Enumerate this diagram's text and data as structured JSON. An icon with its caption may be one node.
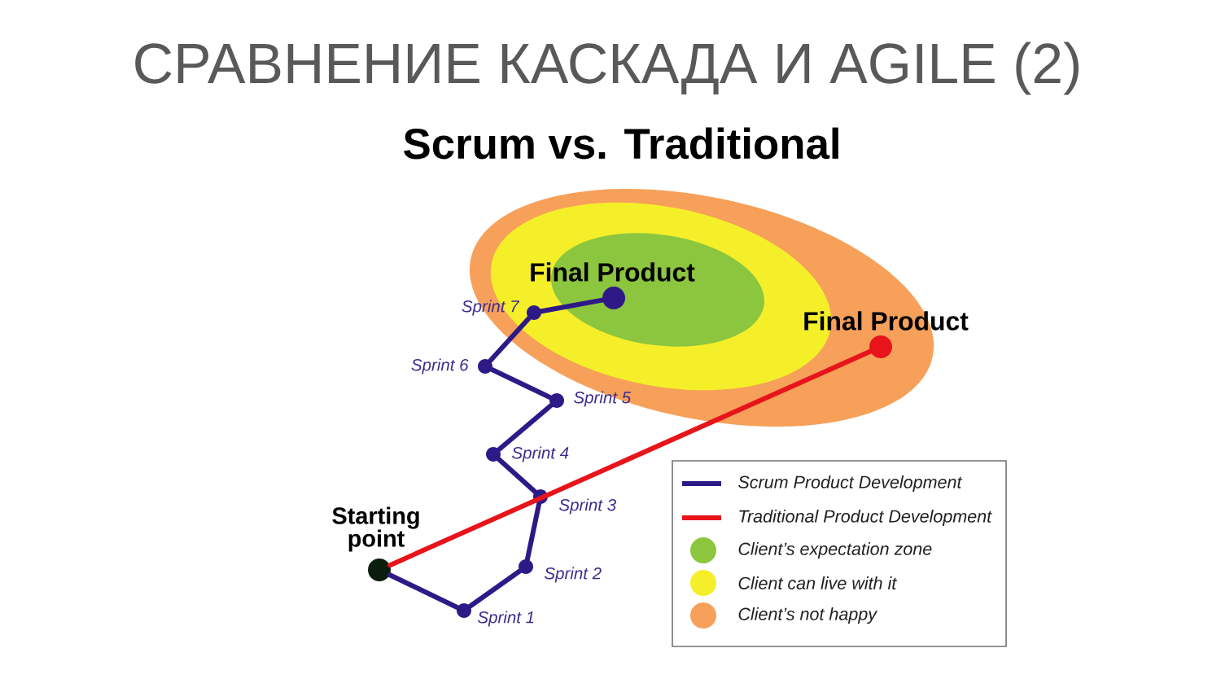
{
  "diagram": {
    "title": "СРАВНЕНИЕ КАСКАДА И AGILE (2)",
    "nodes": [
      {
        "text": [],
        "shape": "circle",
        "beside": [
          "Starting point"
        ]
      },
      {
        "text": [],
        "shape": "circle",
        "beside": [
          "Sprint 1"
        ]
      },
      {
        "text": [],
        "shape": "circle",
        "beside": [
          "Sprint 2"
        ]
      },
      {
        "text": [],
        "shape": "circle",
        "beside": [
          "Sprint 3"
        ]
      },
      {
        "text": [],
        "shape": "circle",
        "beside": [
          "Sprint 4"
        ]
      },
      {
        "text": [],
        "shape": "circle",
        "beside": [
          "Sprint 5"
        ]
      },
      {
        "text": [],
        "shape": "circle",
        "beside": [
          "Sprint 6"
        ]
      },
      {
        "text": [],
        "shape": "circle",
        "beside": [
          "Sprint 7"
        ]
      },
      {
        "text": [],
        "shape": "circle",
        "beside": [
          "Final Product"
        ]
      },
      {
        "text": [],
        "shape": "circle",
        "beside": [
          "Final Product"
        ]
      }
    ],
    "edges": [
      {
        "from": 0,
        "to": 1,
        "arrow": "none"
      },
      {
        "from": 1,
        "to": 2,
        "arrow": "none"
      },
      {
        "from": 2,
        "to": 3,
        "arrow": "none"
      },
      {
        "from": 3,
        "to": 4,
        "arrow": "none"
      },
      {
        "from": 4,
        "to": 5,
        "arrow": "none"
      },
      {
        "from": 5,
        "to": 6,
        "arrow": "none"
      },
      {
        "from": 6,
        "to": 7,
        "arrow": "none"
      },
      {
        "from": 7,
        "to": 8,
        "arrow": "none"
      },
      {
        "from": 0,
        "to": 9,
        "arrow": "none",
        "color": "#e8141b"
      }
    ],
    "labels": [
      "Scrum vs. Traditional"
    ],
    "legend": [
      {
        "text": "Scrum Product Development"
      },
      {
        "text": "Traditional Product Development"
      },
      {
        "text": "Client’s expectation zone",
        "color": "#8cc63e"
      },
      {
        "text": "Client can live with it",
        "color": "#f5ef2a"
      },
      {
        "text": "Client’s not happy",
        "color": "#f7a05a"
      }
    ]
  }
}
